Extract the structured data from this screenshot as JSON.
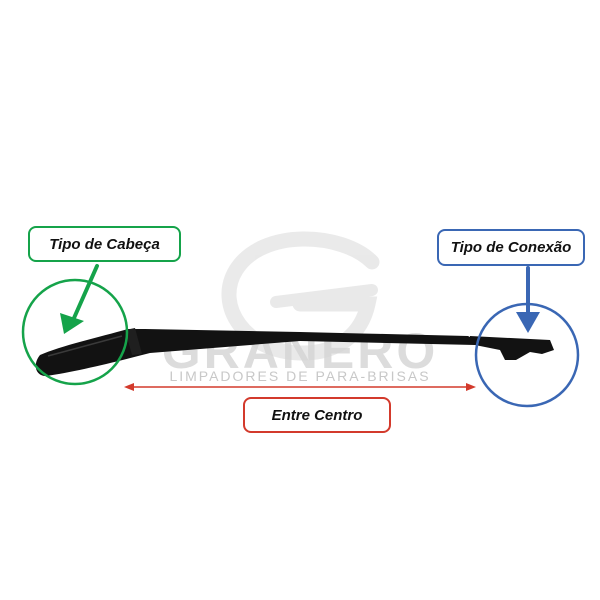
{
  "labels": {
    "head_type": "Tipo de Cabeça",
    "connection_type": "Tipo de Conexão",
    "center_distance": "Entre Centro"
  },
  "watermark": {
    "brand": "GRANERO",
    "tagline": "LIMPADORES DE PARA-BRISAS"
  },
  "colors": {
    "head": "#15a34a",
    "connection": "#3a67b4",
    "center": "#d33a2c"
  }
}
